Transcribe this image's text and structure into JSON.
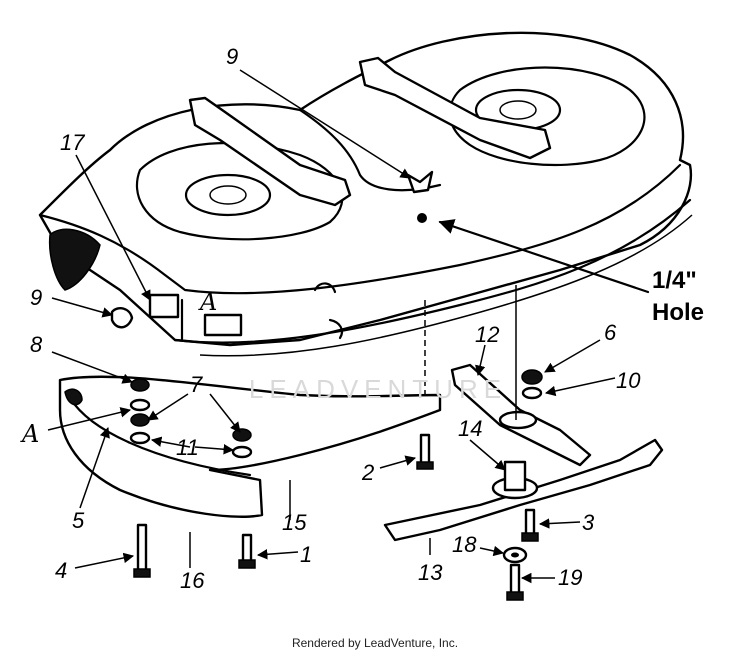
{
  "labels": {
    "n1": "1",
    "n2": "2",
    "n3": "3",
    "n4": "4",
    "n5": "5",
    "n6": "6",
    "n7": "7",
    "n8": "8",
    "n9a": "9",
    "n9b": "9",
    "n10": "10",
    "n11": "11",
    "n12": "12",
    "n13": "13",
    "n14": "14",
    "n15": "15",
    "n16": "16",
    "n17": "17",
    "n18": "18",
    "n19": "19",
    "a1": "A",
    "a2": "A",
    "hole_line1": "1/4\"",
    "hole_line2": "Hole"
  },
  "watermark": "LEADVENTURE",
  "footer": "Rendered by LeadVenture, Inc."
}
